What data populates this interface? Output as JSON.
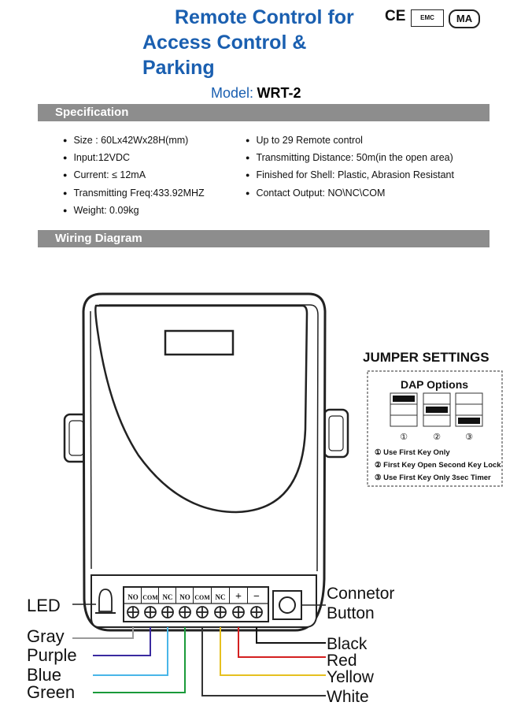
{
  "header": {
    "title_lines": [
      "Remote Control for",
      "Access Control &",
      "Parking"
    ],
    "model_label": "Model:",
    "model_value": "WRT-2",
    "cert_marks": [
      "CE",
      "EMC",
      "MA"
    ]
  },
  "specification": {
    "heading": "Specification",
    "left": [
      "Size : 60Lx42Wx28H(mm)",
      "Input:12VDC",
      "Current: ≤ 12mA",
      "Transmitting Freq:433.92MHZ",
      "Weight: 0.09kg"
    ],
    "right": [
      "Up to 29 Remote control",
      "Transmitting Distance: 50m(in the open area)",
      "Finished for Shell: Plastic, Abrasion Resistant",
      "Contact Output: NO\\NC\\COM"
    ]
  },
  "wiring": {
    "heading": "Wiring Diagram",
    "terminals": [
      "NO",
      "COM",
      "NC",
      "NO",
      "COM",
      "NC",
      "+",
      "−"
    ],
    "left_labels": {
      "led": "LED",
      "wires": [
        "Gray",
        "Purple",
        "Blue",
        "Green"
      ]
    },
    "right_labels": {
      "connector": [
        "Connetor",
        "Button"
      ],
      "wires": [
        "Black",
        "Red",
        "Yellow",
        "White"
      ]
    },
    "wire_colors": {
      "Gray": "#9a9a9a",
      "Purple": "#3a2aa0",
      "Blue": "#49b6e8",
      "Green": "#1a9a3a",
      "Black": "#111111",
      "Red": "#d42020",
      "Yellow": "#e6c020",
      "White": "#333333"
    }
  },
  "jumper": {
    "title": "JUMPER SETTINGS",
    "options_title": "DAP Options",
    "positions": [
      "①",
      "②",
      "③"
    ],
    "notes": [
      "① Use First Key Only",
      "② First Key Open Second Key Lock",
      "③ Use First Key Only 3sec Timer"
    ]
  }
}
